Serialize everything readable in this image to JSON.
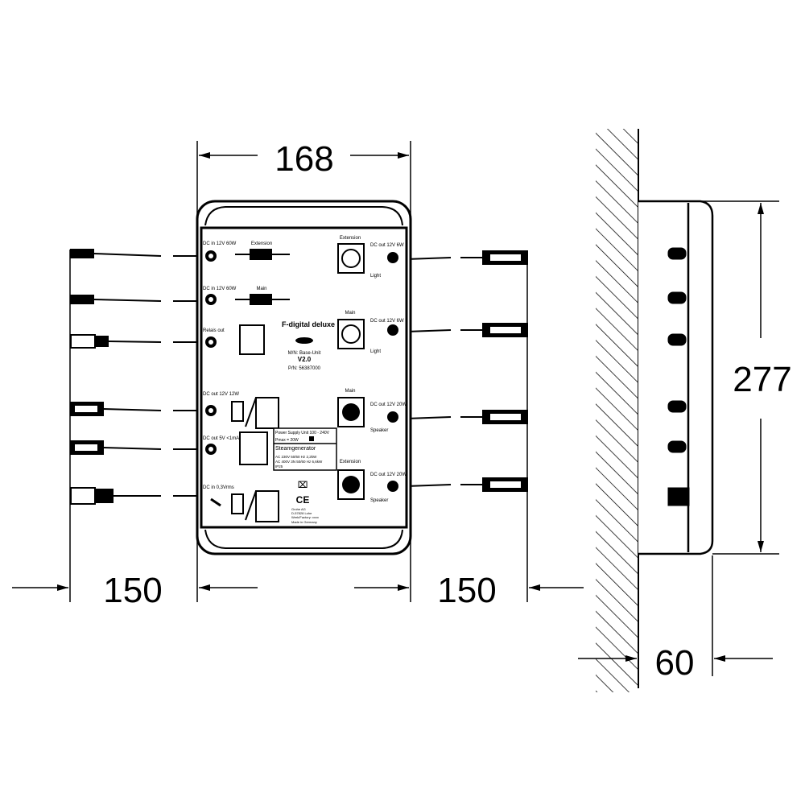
{
  "dimensions": {
    "width": "168",
    "height": "277",
    "depth": "60",
    "cable_left": "150",
    "cable_right": "150"
  },
  "panel": {
    "title": "F-digital deluxe",
    "model": "M/N: Base-Unit",
    "version": "V2.0",
    "part_number": "P/N: 56387000",
    "left_ports": [
      "DC in 12V 60W",
      "DC in 12V 60W",
      "Relais out",
      "DC out 12V 12W",
      "DC out 5V <1mA",
      "DC in 0,3Vrms"
    ],
    "filter_labels": [
      "Extension",
      "Main"
    ],
    "right_ports": [
      {
        "group": "Extension",
        "port": "DC out 12V 6W",
        "type": "Light"
      },
      {
        "group": "Main",
        "port": "DC out 12V 6W",
        "type": "Light"
      },
      {
        "group": "Main",
        "port": "DC out 12V 20W",
        "type": "Speaker"
      },
      {
        "group": "Extension",
        "port": "DC out 12V 20W",
        "type": "Speaker"
      }
    ],
    "rating_plate": {
      "psu": "Power Supply Unit 100 - 240V",
      "power": "Pmax = 20W",
      "heading": "Steamgenerator",
      "row1": "AC 230V      50/60 Hz   2,2kW",
      "row2": "AC 400V 3N  50/60 Hz   6,6kW",
      "row3": "IP25"
    },
    "maker": [
      "Grohe AG",
      "D-57828 Lohe",
      "Werk/Factory: xxxx"
    ],
    "made_in": "Made in Germany"
  }
}
